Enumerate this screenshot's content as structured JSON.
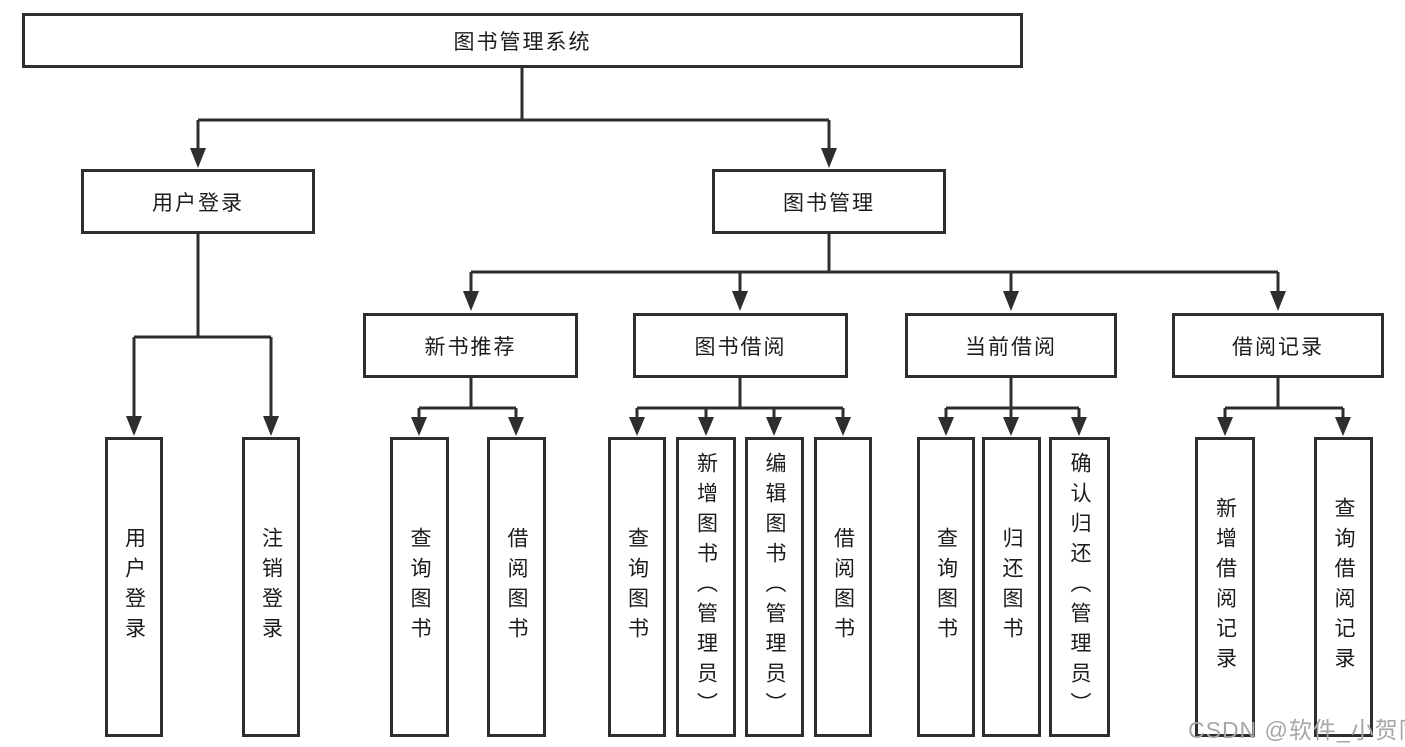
{
  "colors": {
    "background": "#ffffff",
    "line": "#2e2e2e",
    "box_border": "#2e2e2e",
    "text": "#1c1c1c",
    "watermark": "#a6a6a6"
  },
  "tree": {
    "root": {
      "label": "图书管理系统"
    },
    "branches": [
      {
        "label": "用户登录",
        "children": [
          {
            "label": "用户登录"
          },
          {
            "label": "注销登录"
          }
        ]
      },
      {
        "label": "图书管理",
        "children": [
          {
            "label": "新书推荐",
            "children": [
              {
                "label": "查询图书"
              },
              {
                "label": "借阅图书"
              }
            ]
          },
          {
            "label": "图书借阅",
            "children": [
              {
                "label": "查询图书"
              },
              {
                "label": "新增图书（管理员）"
              },
              {
                "label": "编辑图书（管理员）"
              },
              {
                "label": "借阅图书"
              }
            ]
          },
          {
            "label": "当前借阅",
            "children": [
              {
                "label": "查询图书"
              },
              {
                "label": "归还图书"
              },
              {
                "label": "确认归还（管理员）"
              }
            ]
          },
          {
            "label": "借阅记录",
            "children": [
              {
                "label": "新增借阅记录"
              },
              {
                "label": "查询借阅记录"
              }
            ]
          }
        ]
      }
    ]
  },
  "watermark": {
    "text": "CSDN @软件_小贺同学"
  }
}
